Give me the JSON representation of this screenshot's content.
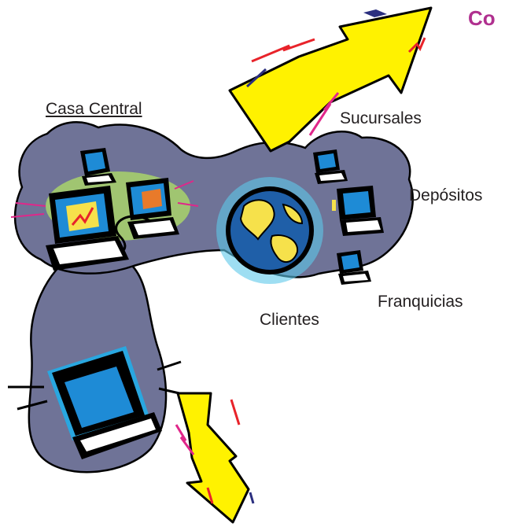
{
  "title": "Co",
  "labels": {
    "casa_central": "Casa Central",
    "sucursales": "Sucursales",
    "depositos": "Depósitos",
    "franquicias": "Franquicias",
    "clientes": "Clientes"
  },
  "colors": {
    "title": "#b0308f",
    "cloud_fill": "#6f7397",
    "cloud_outline": "#000000",
    "arrow_fill": "#fff200",
    "globe_ocean": "#1f5fa8",
    "globe_land": "#f6e14b",
    "screen_blue": "#1e8bd6",
    "accent_magenta": "#e0278a",
    "accent_red": "#e8232a",
    "accent_navy": "#2b2f7f"
  }
}
